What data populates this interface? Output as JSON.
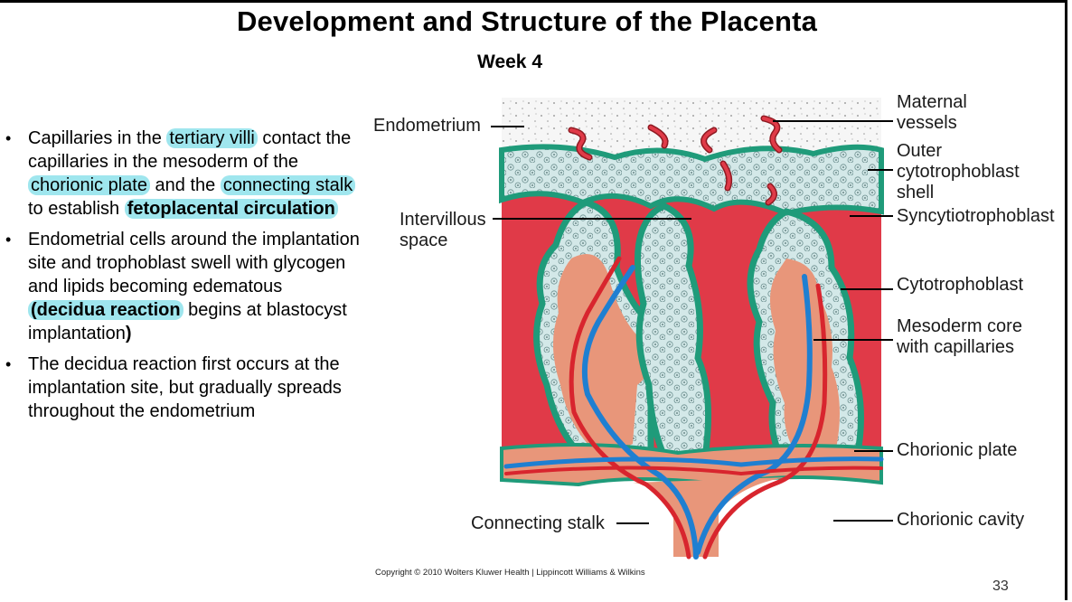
{
  "slide": {
    "title": "Development and Structure of the Placenta",
    "subtitle": "Week 4",
    "page_number": "33"
  },
  "bullets": [
    {
      "parts": [
        {
          "text": "Capillaries in the ",
          "style": "plain"
        },
        {
          "text": "tertiary villi",
          "style": "highlight"
        },
        {
          "text": " contact the capillaries in the mesoderm of the ",
          "style": "plain"
        },
        {
          "text": "chorionic plate",
          "style": "highlight"
        },
        {
          "text": " and the ",
          "style": "plain"
        },
        {
          "text": "connecting stalk",
          "style": "highlight"
        },
        {
          "text": " to establish ",
          "style": "plain"
        },
        {
          "text": "fetoplacental circulation",
          "style": "highlight-bold"
        }
      ]
    },
    {
      "parts": [
        {
          "text": "Endometrial cells around the implantation site and trophoblast swell with glycogen and lipids becoming edematous ",
          "style": "plain"
        },
        {
          "text": "(decidua reaction",
          "style": "highlight-bold"
        },
        {
          "text": " begins at blastocyst implantation",
          "style": "plain"
        },
        {
          "text": ")",
          "style": "bold"
        }
      ]
    },
    {
      "parts": [
        {
          "text": "The decidua reaction first occurs at the implantation site, but gradually spreads throughout the endometrium",
          "style": "plain"
        }
      ]
    }
  ],
  "figure": {
    "labels": {
      "endometrium": "Endometrium",
      "maternal_vessels_1": "Maternal",
      "maternal_vessels_2": "vessels",
      "outer_shell_1": "Outer",
      "outer_shell_2": "cytotrophoblast",
      "outer_shell_3": "shell",
      "syncytio": "Syncytiotrophoblast",
      "intervillous_1": "Intervillous",
      "intervillous_2": "space",
      "cytotrophoblast": "Cytotrophoblast",
      "mesoderm_1": "Mesoderm core",
      "mesoderm_2": "with capillaries",
      "chorionic_plate": "Chorionic plate",
      "connecting_stalk": "Connecting stalk",
      "chorionic_cavity": "Chorionic cavity"
    },
    "copyright": "Copyright © 2010 Wolters Kluwer Health | Lippincott Williams & Wilkins",
    "colors": {
      "blood_space": "#e03a48",
      "endometrium_bg": "#f4f4f4",
      "cyto_shell": "#cfe6e6",
      "syncytio": "#1f9b7a",
      "mesoderm": "#e8967a",
      "artery": "#d8252e",
      "vein": "#1f7fd1",
      "highlight": "#9fe6ee"
    }
  }
}
